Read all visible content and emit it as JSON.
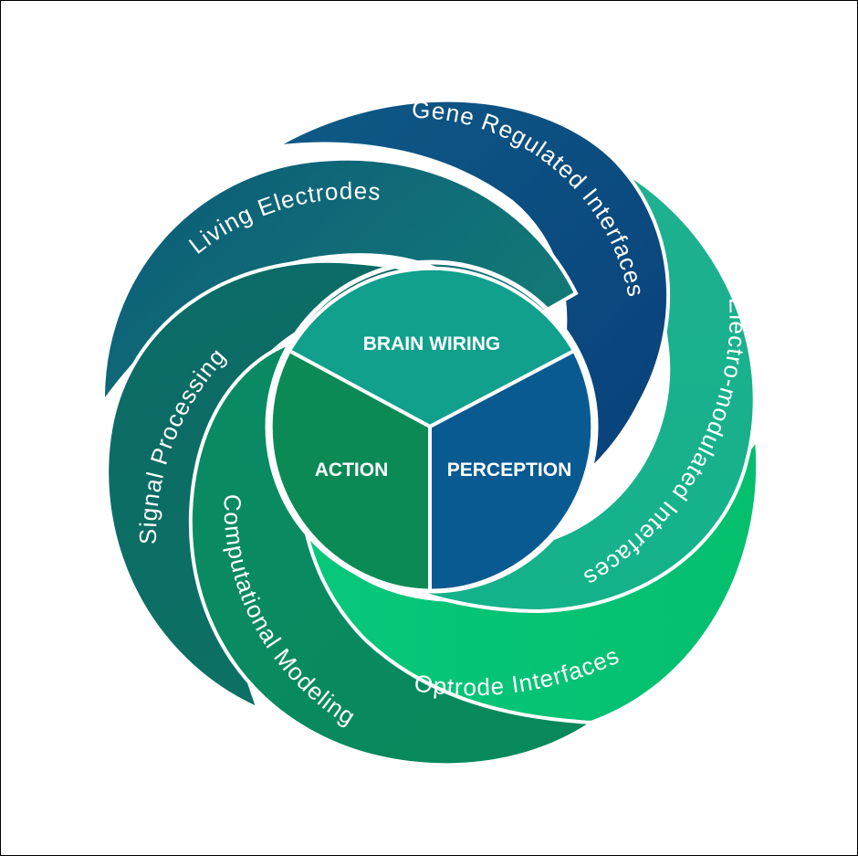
{
  "bands": [
    {
      "id": "gene-regulated-interfaces",
      "label": "Gene Regulated Interfaces"
    },
    {
      "id": "living-electrodes",
      "label": "Living Electrodes"
    },
    {
      "id": "electro-modulated-interfaces",
      "label": "Electro-modulated Interfaces"
    },
    {
      "id": "signal-processing",
      "label": "Signal Processing"
    },
    {
      "id": "optrode-interfaces",
      "label": "Optrode Interfaces"
    },
    {
      "id": "computational-modeling",
      "label": "Computational Modeling"
    }
  ],
  "core": {
    "top": "BRAIN WIRING",
    "left": "ACTION",
    "right": "PERCEPTION"
  },
  "colors": {
    "gene": "#0c4a80",
    "living": "#0f6478",
    "electro": "#17b093",
    "signal": "#0b6e64",
    "optrode": "#05c57a",
    "computational": "#0a8a5e",
    "core_top": "#10a08c",
    "core_left": "#0b8a55",
    "core_right": "#0a5a92",
    "outline": "#ffffff"
  }
}
